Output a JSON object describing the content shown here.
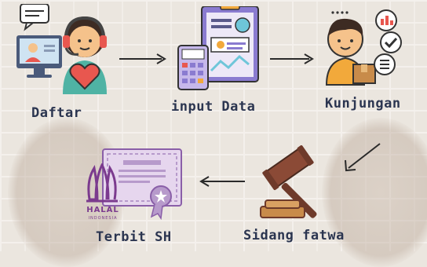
{
  "steps": [
    {
      "id": "daftar",
      "label": "Daftar"
    },
    {
      "id": "input-data",
      "label": "input Data"
    },
    {
      "id": "kunjungan",
      "label": "Kunjungan"
    },
    {
      "id": "sidang-fatwa",
      "label": "Sidang fatwa"
    },
    {
      "id": "terbit-sh",
      "label": "Terbit SH"
    }
  ],
  "halal_logo_text": "HALAL",
  "halal_logo_subtext": "INDONESIA",
  "colors": {
    "label": "#2b3550",
    "arrow": "#2a2a2a",
    "purple": "#8a7bd0",
    "certificate": "#b79acb",
    "gavel": "#8b4a36"
  }
}
